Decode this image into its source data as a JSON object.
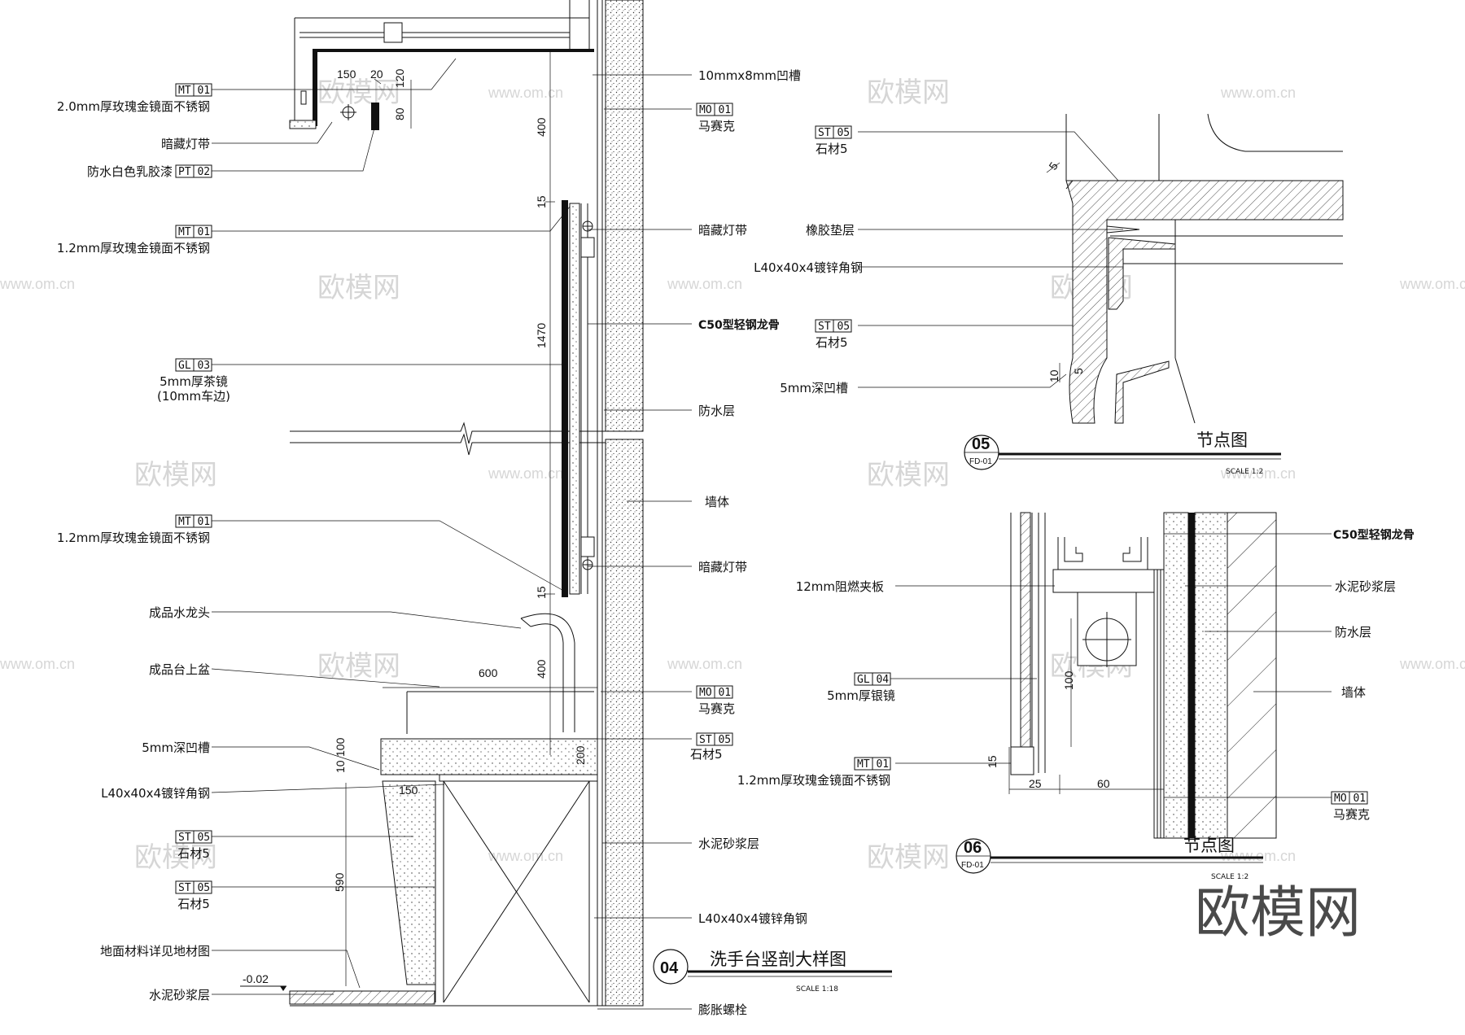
{
  "detail04": {
    "number": "04",
    "title": "洗手台竖剖大样图",
    "scale": "SCALE 1:18",
    "labels_left": [
      {
        "code": "MT 01",
        "text": "2.0mm厚玫瑰金镜面不锈钢"
      },
      {
        "code": "",
        "text": "暗藏灯带"
      },
      {
        "code": "PT 02",
        "text": "防水白色乳胶漆"
      },
      {
        "code": "MT 01",
        "text": "1.2mm厚玫瑰金镜面不锈钢"
      },
      {
        "code": "GL 03",
        "text": "5mm厚茶镜",
        "text2": "(10mm车边)"
      },
      {
        "code": "MT 01",
        "text": "1.2mm厚玫瑰金镜面不锈钢"
      },
      {
        "code": "",
        "text": "成品水龙头"
      },
      {
        "code": "",
        "text": "成品台上盆"
      },
      {
        "code": "",
        "text": "5mm深凹槽"
      },
      {
        "code": "",
        "text": "L40x40x4镀锌角钢"
      },
      {
        "code": "ST 05",
        "text": "石材5"
      },
      {
        "code": "ST 05",
        "text": "石材5"
      },
      {
        "code": "",
        "text": "地面材料详见地材图"
      },
      {
        "code": "",
        "text": "水泥砂浆层"
      }
    ],
    "labels_right": [
      {
        "code": "",
        "text": "10mmx8mm凹槽"
      },
      {
        "code": "MO 01",
        "text": "马赛克"
      },
      {
        "code": "",
        "text": "暗藏灯带"
      },
      {
        "code": "",
        "text": "C50型轻钢龙骨"
      },
      {
        "code": "",
        "text": "防水层"
      },
      {
        "code": "",
        "text": "墙体"
      },
      {
        "code": "",
        "text": "暗藏灯带"
      },
      {
        "code": "MO 01",
        "text": "马赛克"
      },
      {
        "code": "ST 05",
        "text": "石材5"
      },
      {
        "code": "",
        "text": "水泥砂浆层"
      },
      {
        "code": "",
        "text": "L40x40x4镀锌角钢"
      },
      {
        "code": "",
        "text": "膨胀螺栓"
      }
    ],
    "dims": [
      "150",
      "20",
      "120",
      "80",
      "400",
      "15",
      "1470",
      "15",
      "400",
      "600",
      "10",
      "100",
      "200",
      "150",
      "590"
    ],
    "level": "-0.02"
  },
  "detail05": {
    "number": "05",
    "sheet": "FD-01",
    "title": "节点图",
    "scale": "SCALE 1:2",
    "labels": [
      {
        "code": "ST 05",
        "text": "石材5"
      },
      {
        "code": "",
        "text": "橡胶垫层"
      },
      {
        "code": "",
        "text": "L40x40x4镀锌角钢"
      },
      {
        "code": "ST 05",
        "text": "石材5"
      },
      {
        "code": "",
        "text": "5mm深凹槽"
      }
    ],
    "dims": [
      "5",
      "10",
      "5"
    ]
  },
  "detail06": {
    "number": "06",
    "sheet": "FD-01",
    "title": "节点图",
    "scale": "SCALE 1:2",
    "labels_left": [
      {
        "code": "",
        "text": "12mm阻燃夹板"
      },
      {
        "code": "GL 04",
        "text": "5mm厚银镜"
      },
      {
        "code": "MT 01",
        "text": "1.2mm厚玫瑰金镜面不锈钢"
      }
    ],
    "labels_right": [
      {
        "code": "",
        "text": "C50型轻钢龙骨"
      },
      {
        "code": "",
        "text": "水泥砂浆层"
      },
      {
        "code": "",
        "text": "防水层"
      },
      {
        "code": "",
        "text": "墙体"
      },
      {
        "code": "MO 01",
        "text": "马赛克"
      }
    ],
    "dims": [
      "100",
      "15",
      "25",
      "60"
    ]
  },
  "watermark": {
    "text": "欧模网",
    "url": "www.om.cn"
  }
}
